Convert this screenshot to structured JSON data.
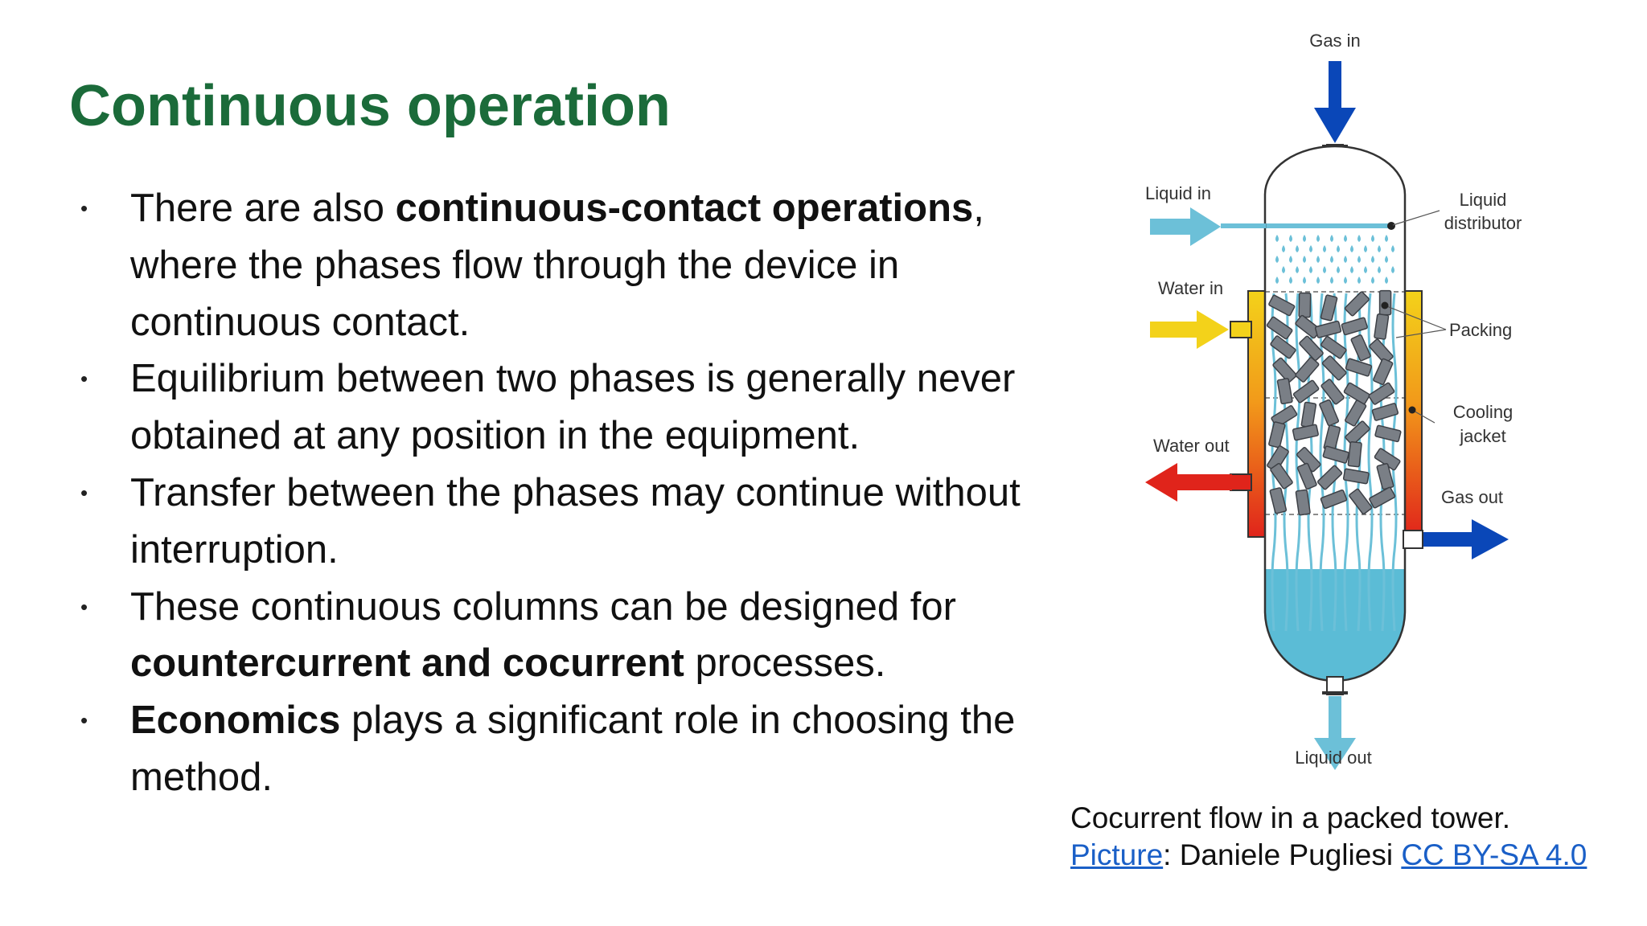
{
  "slide": {
    "title": "Continuous operation",
    "bullets": [
      {
        "segments": [
          {
            "text": "There are also ",
            "bold": false
          },
          {
            "text": "continuous-contact operations",
            "bold": true
          },
          {
            "text": ", where the phases flow through the device in continuous contact.",
            "bold": false
          }
        ]
      },
      {
        "segments": [
          {
            "text": "Equilibrium between two phases is generally never obtained at any position in the equipment.",
            "bold": false
          }
        ]
      },
      {
        "segments": [
          {
            "text": "Transfer between the phases may continue without interruption.",
            "bold": false
          }
        ]
      },
      {
        "segments": [
          {
            "text": "These continuous columns can be designed for ",
            "bold": false
          },
          {
            "text": "countercurrent and cocurrent",
            "bold": true
          },
          {
            "text": " processes.",
            "bold": false
          }
        ]
      },
      {
        "segments": [
          {
            "text": "Economics",
            "bold": true
          },
          {
            "text": " plays a significant role in choosing the method.",
            "bold": false
          }
        ]
      }
    ],
    "bullet_marker": "•"
  },
  "diagram": {
    "labels": {
      "gas_in": "Gas in",
      "liquid_in": "Liquid in",
      "liquid_distributor_1": "Liquid",
      "liquid_distributor_2": "distributor",
      "water_in": "Water in",
      "packing": "Packing",
      "cooling_jacket_1": "Cooling",
      "cooling_jacket_2": "jacket",
      "water_out": "Water out",
      "gas_out": "Gas out",
      "liquid_out": "Liquid out"
    },
    "colors": {
      "gas_arrow": "#0a47b8",
      "liquid_arrow": "#6cc0d8",
      "water_in_arrow": "#f3d21a",
      "water_out_arrow": "#e0241b",
      "liquid_pool": "#5bbcd6",
      "packing": "#7a7f86",
      "jacket_top": "#f3d21a",
      "jacket_bottom": "#e0241b"
    }
  },
  "caption": {
    "line1": "Cocurrent flow in a packed tower.",
    "link1": "Picture",
    "text2": ": Daniele Pugliesi ",
    "link2": "CC BY-SA 4.0"
  },
  "theme": {
    "title_color": "#1b6b3a",
    "link_color": "#1a5fc7"
  }
}
